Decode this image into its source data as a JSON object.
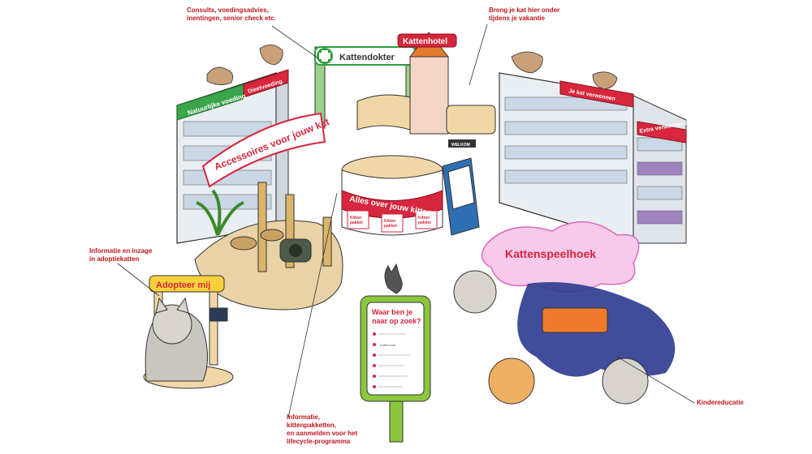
{
  "annotations": {
    "consults": "Consults, voedingsadvies,\ninentingen, senior check etc.",
    "hotel_note": "Breng je kat hier onder\ntijdens je vakantie",
    "adoption_info": "Informatie en inzage\nin adoptiekatten",
    "kitten_info": "Informatie,\nkittenpakketten,\nen aanmelden voor het\nlifecycle-programma",
    "kids": "Kindereducatie"
  },
  "signs": {
    "kattendokter": "Kattendokter",
    "kattenhotel": "Kattenhotel",
    "accessoires": "Accessoires voor jouw kat",
    "alles_kitten": "Alles over jouw kitten",
    "kittenpakket_a": "Kitten\npakket",
    "kittenpakket_b": "Kitten\npakket",
    "kittenpakket_c": "Kitten\npakket",
    "adopteer": "Adopteer mij",
    "speelhoek": "Kattenspeelhoek",
    "natuurlijke": "Natuurlijke voeding",
    "dieet": "Dieetvoeding",
    "je_kat_verwennen": "Je kat verwennen",
    "extra_verwennen": "Extra verwennen?",
    "welkom": "WELKOM",
    "waar_ben_je": "Waar ben je\nnaar op zoek?",
    "waar_item": "Kattenvoer"
  },
  "colors": {
    "accent_red": "#d7263d",
    "sign_green": "#2e9e3e",
    "pink_cloud": "#f7c9ea",
    "shadow_blue": "#2b3a8f"
  }
}
